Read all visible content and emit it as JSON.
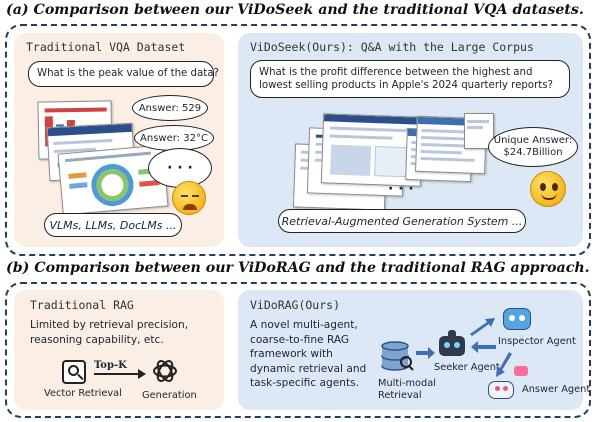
{
  "captions": {
    "a": "(a) Comparison between our ViDoSeek and the traditional VQA datasets.",
    "b": "(b) Comparison between our ViDoRAG and the traditional RAG approach."
  },
  "top_left": {
    "title": "Traditional VQA Dataset",
    "question": "What is the peak value of the data?",
    "answer1": "Answer: 529",
    "answer2": "Answer: 32°C",
    "dots": "· · ·",
    "models": "VLMs, LLMs, DocLMs ..."
  },
  "top_right": {
    "title": "ViDoSeek(Ours): Q&A with the Large Corpus",
    "question": "What is the profit difference between the highest and lowest selling products in Apple's 2024 quarterly reports?",
    "unique_answer_line1": "Unique Answer:",
    "unique_answer_line2": "$24.7Billion",
    "dots": "· · ·",
    "system": "Retrieval-Augmented Generation System ..."
  },
  "bottom_left": {
    "title": "Traditional RAG",
    "description": "Limited by retrieval precision, reasoning capability, etc.",
    "topk_label": "Top-K",
    "retrieval_label": "Vector Retrieval",
    "generation_label": "Generation"
  },
  "bottom_right": {
    "title": "ViDoRAG(Ours)",
    "description": "A novel multi-agent, coarse-to-fine RAG framework with dynamic retrieval and task-specific agents.",
    "retrieval_label_line1": "Multi-modal",
    "retrieval_label_line2": "Retrieval",
    "seeker_label": "Seeker Agent",
    "inspector_label": "Inspector Agent",
    "answer_label": "Answer Agent"
  },
  "colors": {
    "frame": "#1f3f66",
    "panel_warm": "#fbeee5",
    "panel_cool": "#dce8f5",
    "arrow": "#3d6fb6"
  }
}
